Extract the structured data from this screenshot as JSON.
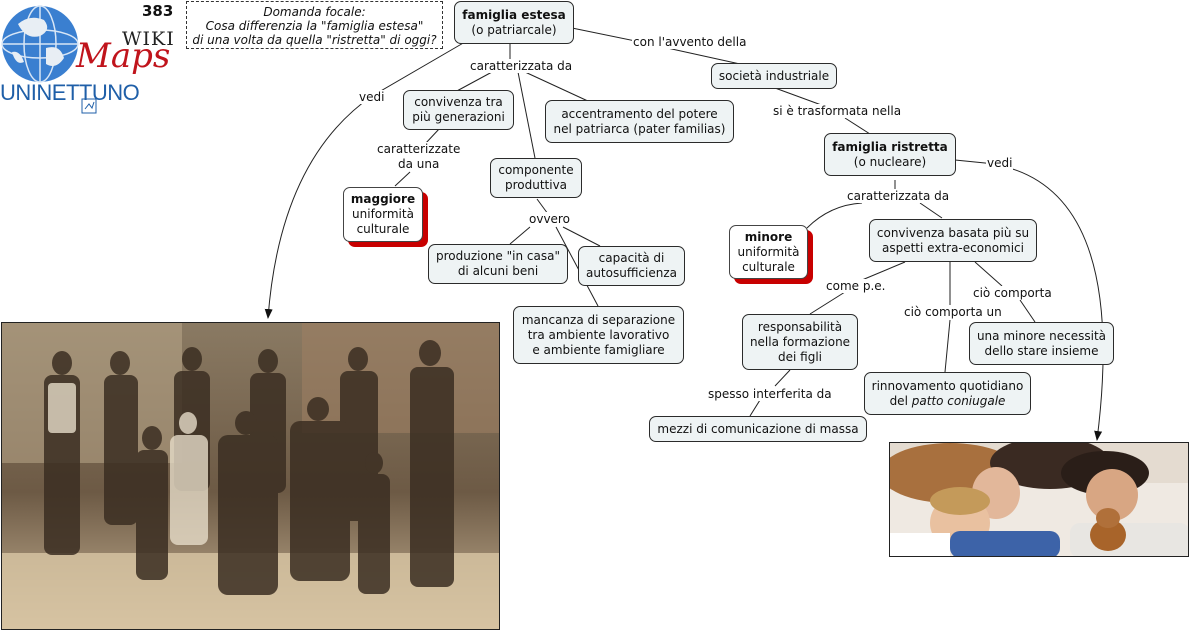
{
  "header": {
    "map_number": "383",
    "focal_title": "Domanda focale:",
    "focal_line1": "Cosa differenzia la \"famiglia estesa\"",
    "focal_line2": "di una volta da quella \"ristretta\" di oggi?"
  },
  "logo": {
    "wiki": "WIKI",
    "maps": "Maps",
    "brand": "UNINETTUNO"
  },
  "nodes": {
    "famiglia_estesa": {
      "title": "famiglia estesa",
      "sub": "(o patriarcale)"
    },
    "convivenza": {
      "l1": "convivenza tra",
      "l2": "più generazioni"
    },
    "accentramento": {
      "l1": "accentramento del potere",
      "l2": "nel patriarca (pater familias)"
    },
    "componente": {
      "l1": "componente",
      "l2": "produttiva"
    },
    "maggiore": {
      "l1": "maggiore",
      "l2": "uniformità",
      "l3": "culturale"
    },
    "produzione": {
      "l1": "produzione \"in casa\"",
      "l2": "di alcuni beni"
    },
    "capacita": {
      "l1": "capacità di",
      "l2": "autosufficienza"
    },
    "mancanza": {
      "l1": "mancanza di separazione",
      "l2": "tra ambiente lavorativo",
      "l3": "e ambiente famigliare"
    },
    "societa": {
      "l1": "società industriale"
    },
    "famiglia_ristretta": {
      "title": "famiglia ristretta",
      "sub": "(o nucleare)"
    },
    "minore": {
      "l1": "minore",
      "l2": "uniformità",
      "l3": "culturale"
    },
    "convivenza_basata": {
      "l1": "convivenza basata più su",
      "l2": "aspetti extra-economici"
    },
    "responsabilita": {
      "l1": "responsabilità",
      "l2": "nella formazione",
      "l3": "dei figli"
    },
    "minore_necessita": {
      "l1": "una minore necessità",
      "l2": "dello stare insieme"
    },
    "rinnovamento": {
      "l1": "rinnovamento quotidiano",
      "l2_plain": "del ",
      "l2_italic": "patto coniugale"
    },
    "mezzi": {
      "l1": "mezzi di comunicazione di massa"
    }
  },
  "labels": {
    "vedi_left": "vedi",
    "caratterizzata_left": "caratterizzata da",
    "con_avvento": "con l'avvento della",
    "caratterizzate": "caratterizzate",
    "da_una": "da una",
    "ovvero": "ovvero",
    "si_trasformata": "si è trasformata nella",
    "vedi_right": "vedi",
    "caratterizzata_right": "caratterizzata da",
    "come_pe": "come p.e.",
    "cio_comporta": "ciò comporta",
    "cio_comporta_un": "ciò comporta un",
    "spesso": "spesso interferita da"
  },
  "colors": {
    "node_fill": "#eef3f4",
    "red_shadow": "#c80000",
    "logo_blue": "#1f5fa8",
    "logo_red": "#c0141c"
  }
}
